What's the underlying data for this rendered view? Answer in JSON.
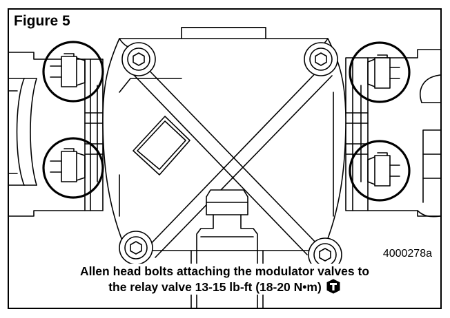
{
  "figure": {
    "title": "Figure 5",
    "part_number": "4000278a",
    "caption_line1": "Allen head bolts attaching the modulator valves to",
    "caption_line2": "the relay valve 13-15 lb-ft (18-20 N•m)",
    "torque_icon": "torque-symbol-icon"
  },
  "colors": {
    "line": "#000000",
    "background": "#ffffff"
  }
}
